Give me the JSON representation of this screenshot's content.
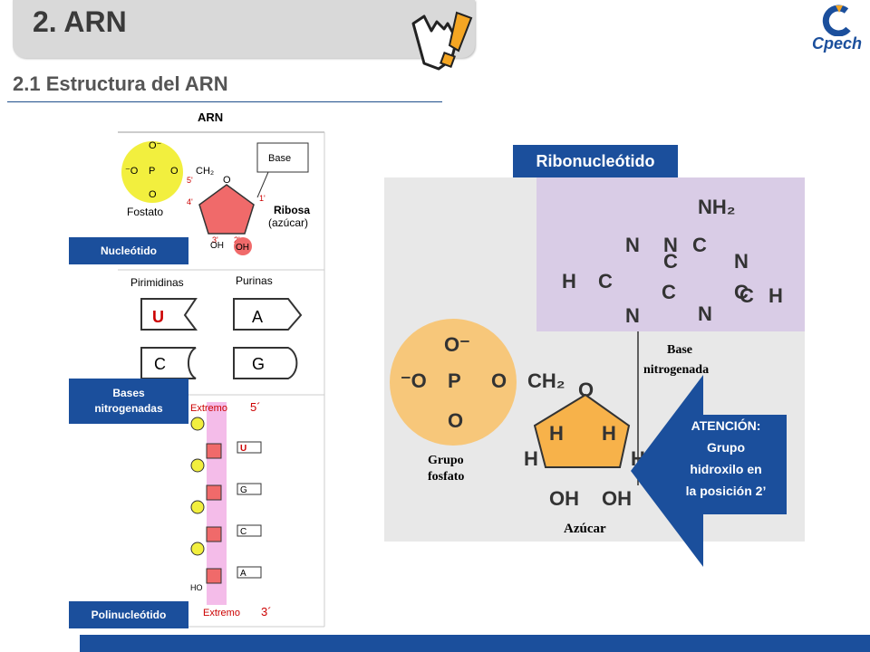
{
  "header": {
    "title": "2. ARN",
    "subtitle": "2.1 Estructura del ARN"
  },
  "logo": {
    "text": "Cpech"
  },
  "left_figure": {
    "heading": "ARN",
    "phosphate_labels": [
      "O⁻",
      "⁻O",
      "P",
      "O",
      "O",
      "Fostato"
    ],
    "ch2": "CH₂",
    "ring_o": "O",
    "positions": [
      "5'",
      "4'",
      "3'",
      "2'",
      "1'"
    ],
    "base_box": "Base",
    "ribose": "Ribosa",
    "ribose_sub": "(azúcar)",
    "oh_labels": [
      "OH",
      "OH"
    ],
    "pyrimidines": "Pirimidinas",
    "purines": "Purinas",
    "bases": [
      "U",
      "A",
      "C",
      "G"
    ],
    "extremo5": "Extremo",
    "extremo5_num": "5´",
    "extremo3": "Extremo",
    "extremo3_num": "3´",
    "ho": "HO",
    "chain_bases": [
      "U",
      "G",
      "C",
      "A"
    ]
  },
  "labels": {
    "nucleotido": "Nucleótido",
    "bases_line1": "Bases",
    "bases_line2": "nitrogenadas",
    "polinucleotido": "Polinucleótido",
    "ribonucleotido": "Ribonucleótido"
  },
  "right_figure": {
    "nh2": "NH₂",
    "atoms": [
      "N",
      "C",
      "C",
      "N",
      "H",
      "C",
      "N",
      "C",
      "C",
      "N",
      "C",
      "H",
      "N"
    ],
    "base_label_1": "Base",
    "base_label_2": "nitrogenada",
    "phosphate": [
      "O⁻",
      "⁻O",
      "P",
      "O",
      "O"
    ],
    "ch2": "CH₂",
    "ring_o": "O",
    "h_labels": [
      "H",
      "H",
      "H",
      "H"
    ],
    "oh": [
      "OH",
      "OH"
    ],
    "grupo1": "Grupo",
    "grupo2": "fosfato",
    "azucar": "Azúcar"
  },
  "attention": {
    "line1": "ATENCIÓN:",
    "line2": "Grupo",
    "line3": "hidroxilo en",
    "line4": "la posición 2’"
  },
  "colors": {
    "blue": "#1b4f9c",
    "phosphate_yellow": "#f2ef3e",
    "ribose_red": "#f06a6a",
    "purple_panel": "#d9cce6",
    "sugar_orange": "#f7b24a"
  }
}
